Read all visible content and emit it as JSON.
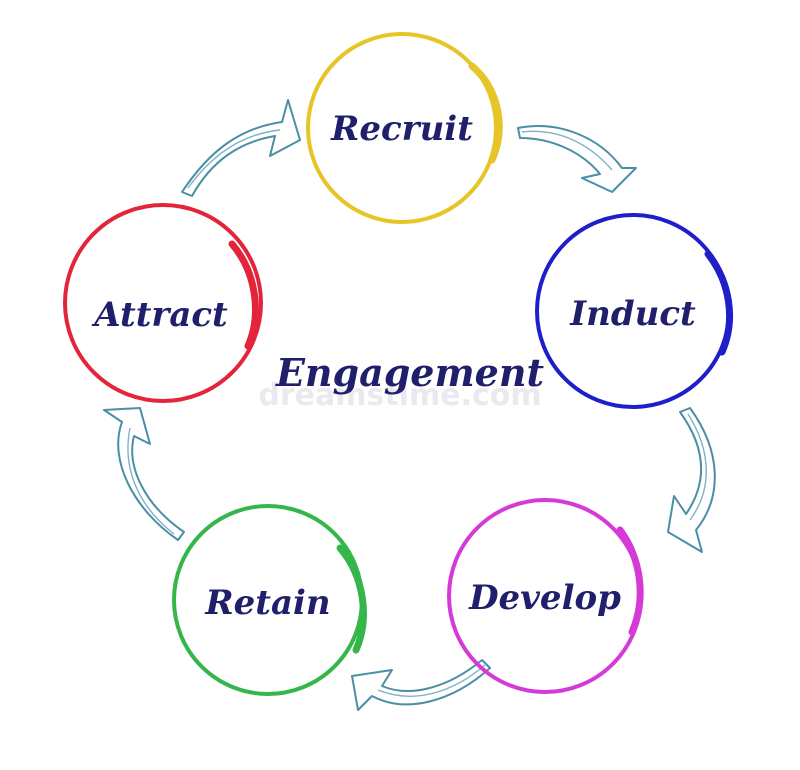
{
  "center": {
    "label": "Engagement"
  },
  "watermark": "dreamstime.com",
  "nodes": [
    {
      "id": "recruit",
      "label": "Recruit",
      "color": "#e5c527"
    },
    {
      "id": "induct",
      "label": "Induct",
      "color": "#1f1fc9"
    },
    {
      "id": "develop",
      "label": "Develop",
      "color": "#d63ad6"
    },
    {
      "id": "retain",
      "label": "Retain",
      "color": "#35b64a"
    },
    {
      "id": "attract",
      "label": "Attract",
      "color": "#e2253a"
    }
  ],
  "colors": {
    "arrow_outline": "#4a8fa6",
    "text": "#1f1f6b"
  }
}
